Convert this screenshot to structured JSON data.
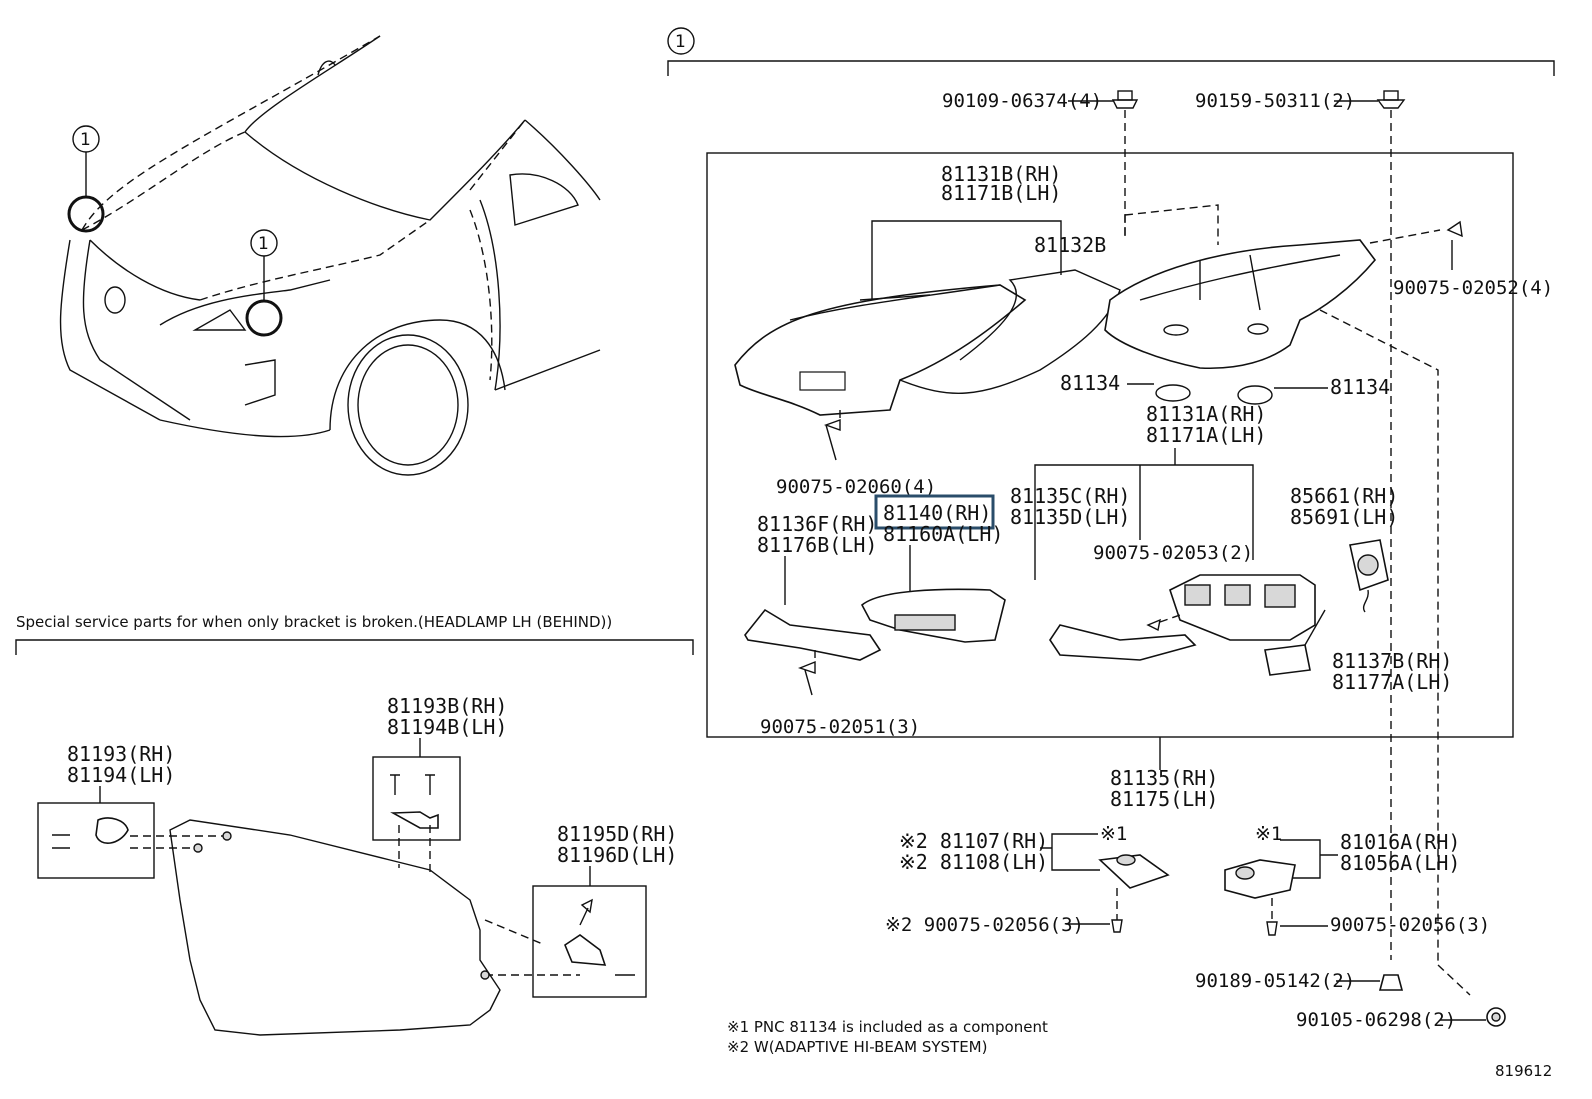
{
  "reference_number": "819612",
  "callout_marker": "1",
  "special_service_note": "Special service parts for when only bracket is broken.(HEADLAMP LH (BEHIND))",
  "footnotes": [
    "※1 PNC 81134 is included as a component",
    "※2 W(ADAPTIVE HI-BEAM SYSTEM)"
  ],
  "highlighted_part": "81140(RH)",
  "parts": {
    "p90109": "90109-06374(4)",
    "p90159": "90159-50311(2)",
    "p81131B_rh": "81131B(RH)",
    "p81171B_lh": "81171B(LH)",
    "p81132B": "81132B",
    "p90075_02052": "90075-02052(4)",
    "p81134_left": "81134",
    "p81134_right": "81134",
    "p81131A_rh": "81131A(RH)",
    "p81171A_lh": "81171A(LH)",
    "p90075_02060": "90075-02060(4)",
    "p81135C_rh": "81135C(RH)",
    "p81135D_lh": "81135D(LH)",
    "p85661_rh": "85661(RH)",
    "p85691_lh": "85691(LH)",
    "p81136F_rh": "81136F(RH)",
    "p81176B_lh": "81176B(LH)",
    "p81160A_lh": "81160A(LH)",
    "p90075_02053": "90075-02053(2)",
    "p81137B_rh": "81137B(RH)",
    "p81177A_lh": "81177A(LH)",
    "p90075_02051": "90075-02051(3)",
    "p81135_rh": "81135(RH)",
    "p81175_lh": "81175(LH)",
    "p81107_rh": "※2 81107(RH)",
    "p81108_lh": "※2 81108(LH)",
    "mark1_left": "※1",
    "mark1_right": "※1",
    "p90075_02056_left": "※2 90075-02056(3)",
    "p90075_02056_right": "90075-02056(3)",
    "p81016A_rh": "81016A(RH)",
    "p81056A_lh": "81056A(LH)",
    "p90189": "90189-05142(2)",
    "p90105": "90105-06298(2)",
    "p81193B_rh": "81193B(RH)",
    "p81194B_lh": "81194B(LH)",
    "p81193_rh": "81193(RH)",
    "p81194_lh": "81194(LH)",
    "p81195D_rh": "81195D(RH)",
    "p81196D_lh": "81196D(LH)"
  }
}
